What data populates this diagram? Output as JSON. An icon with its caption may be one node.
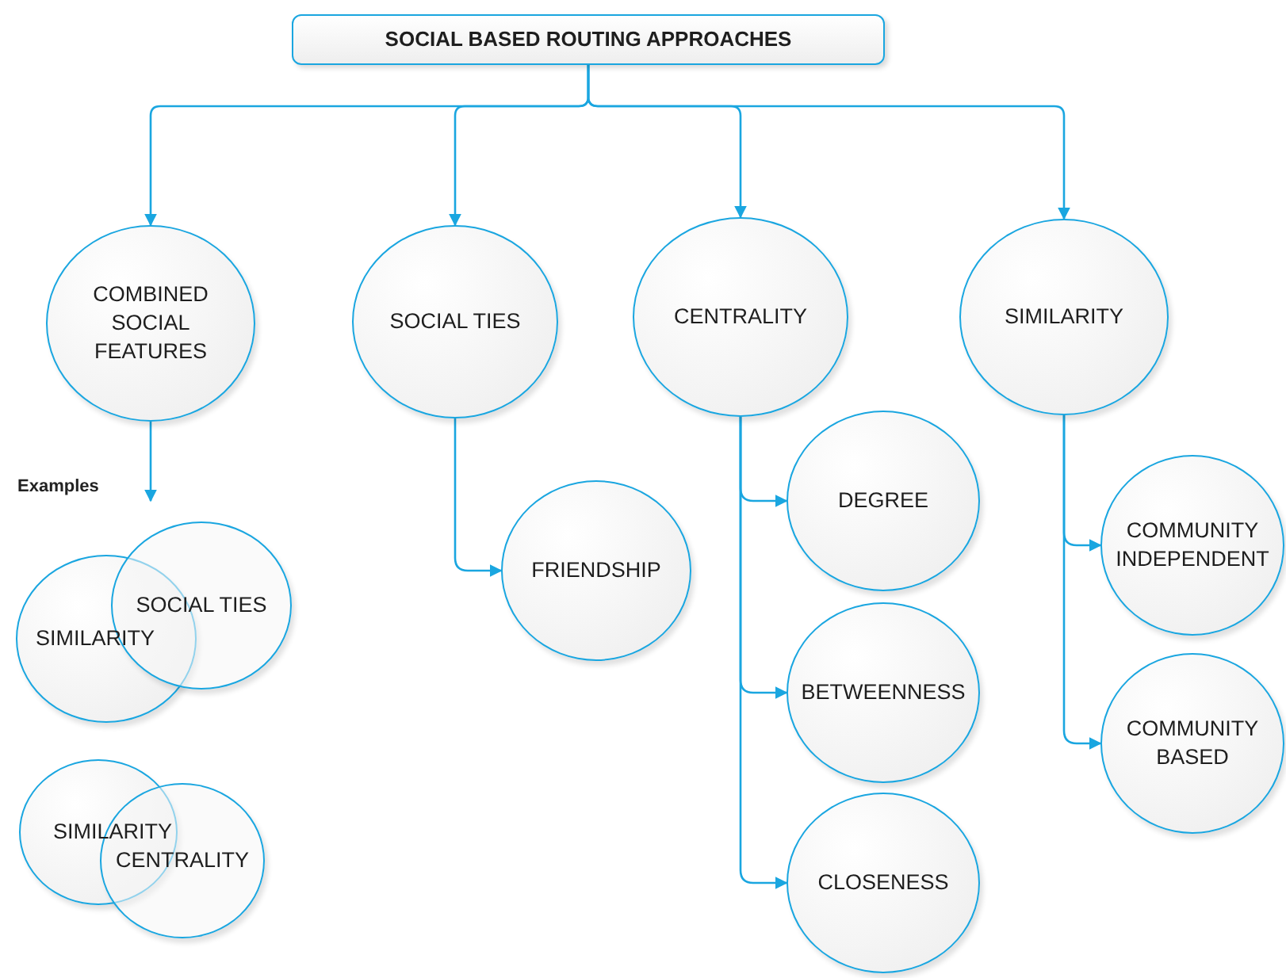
{
  "diagram": {
    "nodes": [
      {
        "text": [
          "SOCIAL BASED ROUTING APPROACHES"
        ]
      },
      {
        "text": [
          "COMBINED SOCIAL FEATURES"
        ]
      },
      {
        "text": [
          "SOCIAL TIES"
        ]
      },
      {
        "text": [
          "CENTRALITY"
        ]
      },
      {
        "text": [
          "SIMILARITY"
        ]
      },
      {
        "text": [
          "FRIENDSHIP"
        ]
      },
      {
        "text": [
          "DEGREE"
        ]
      },
      {
        "text": [
          "BETWEENNESS"
        ]
      },
      {
        "text": [
          "CLOSENESS"
        ]
      },
      {
        "text": [
          "COMMUNITY INDEPENDENT"
        ]
      },
      {
        "text": [
          "COMMUNITY BASED"
        ]
      },
      {
        "text": [
          "SIMILARITY"
        ]
      },
      {
        "text": [
          "SOCIAL TIES"
        ]
      },
      {
        "text": [
          "SIMILARITY"
        ]
      },
      {
        "text": [
          "CENTRALITY"
        ]
      }
    ],
    "edges": [
      {
        "from": 0,
        "to": 1,
        "arrow": "to"
      },
      {
        "from": 0,
        "to": 2,
        "arrow": "to"
      },
      {
        "from": 0,
        "to": 3,
        "arrow": "to"
      },
      {
        "from": 0,
        "to": 4,
        "arrow": "to"
      },
      {
        "from": 1,
        "to": 12,
        "arrow": "to"
      },
      {
        "from": 2,
        "to": 5,
        "arrow": "to"
      },
      {
        "from": 3,
        "to": 6,
        "arrow": "to"
      },
      {
        "from": 3,
        "to": 7,
        "arrow": "to"
      },
      {
        "from": 3,
        "to": 8,
        "arrow": "to"
      },
      {
        "from": 4,
        "to": 9,
        "arrow": "to"
      },
      {
        "from": 4,
        "to": 10,
        "arrow": "to"
      }
    ],
    "labels": [
      "Examples"
    ]
  }
}
